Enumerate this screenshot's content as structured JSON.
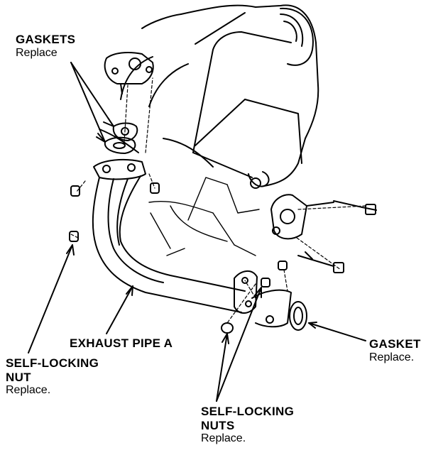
{
  "callouts": {
    "gaskets": {
      "title": "GASKETS",
      "note": "Replace"
    },
    "exhaust_pipe": {
      "title": "EXHAUST PIPE A"
    },
    "gasket": {
      "title": "GASKET",
      "note": "Replace."
    },
    "nut": {
      "title_line1": "SELF-LOCKING",
      "title_line2": "NUT",
      "note": "Replace."
    },
    "nuts": {
      "title_line1": "SELF-LOCKING",
      "title_line2": "NUTS",
      "note": "Replace."
    }
  },
  "colors": {
    "ink": "#000000",
    "paper": "#ffffff"
  }
}
